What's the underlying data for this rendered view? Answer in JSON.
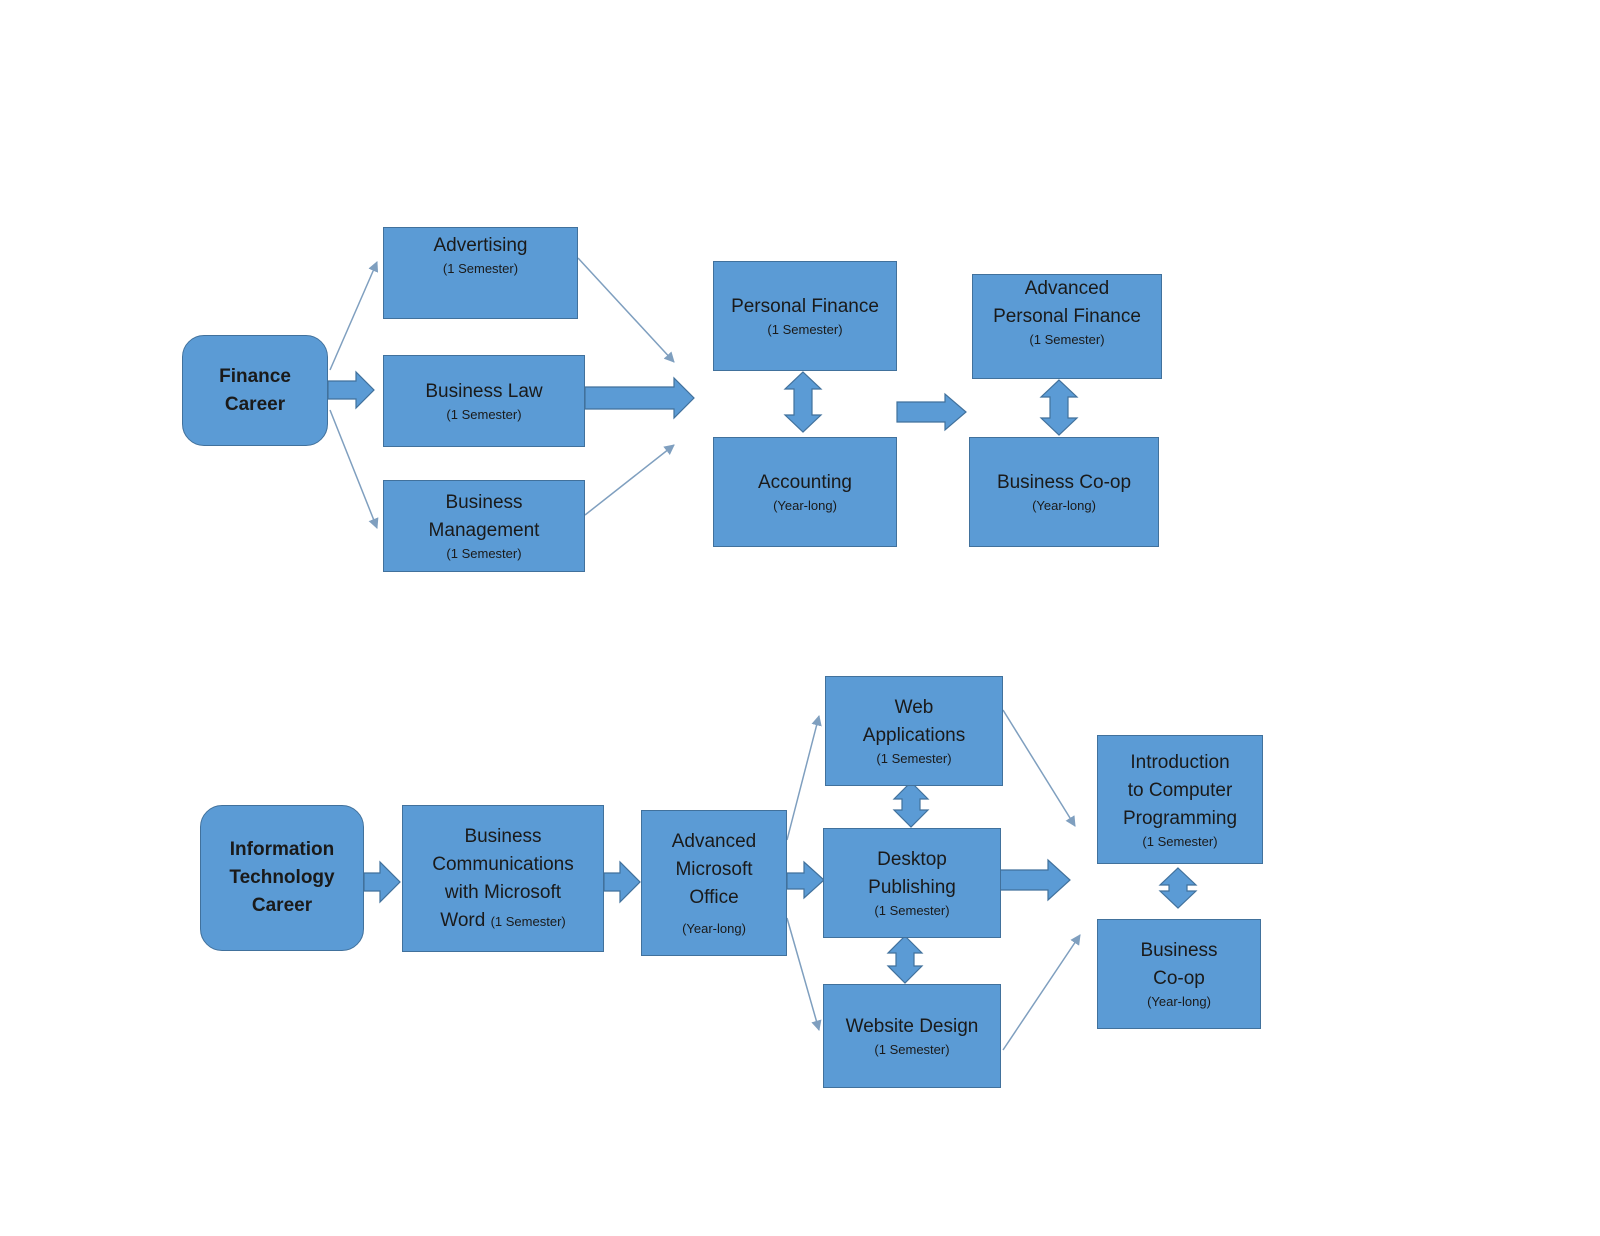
{
  "colors": {
    "box_fill": "#5b9bd5",
    "box_border": "#41719c",
    "thin_arrow": "#7f9fbf"
  },
  "finance": {
    "career": {
      "line1": "Finance",
      "line2": "Career"
    },
    "advertising": {
      "title": "Advertising",
      "sub": "(1 Semester)"
    },
    "business_law": {
      "title": "Business Law",
      "sub": "(1 Semester)"
    },
    "business_management": {
      "line1": "Business",
      "line2": "Management",
      "sub": "(1 Semester)"
    },
    "personal_finance": {
      "title": "Personal Finance",
      "sub": "(1 Semester)"
    },
    "accounting": {
      "title": "Accounting",
      "sub": "(Year-long)"
    },
    "advanced_personal_finance": {
      "line1": "Advanced",
      "line2": "Personal Finance",
      "sub": "(1 Semester)"
    },
    "business_coop": {
      "title": "Business Co-op",
      "sub": "(Year-long)"
    }
  },
  "it": {
    "career": {
      "line1": "Information",
      "line2": "Technology",
      "line3": "Career"
    },
    "business_communications": {
      "line1": "Business",
      "line2": "Communications",
      "line3": "with Microsoft",
      "line4": "Word",
      "sub": "(1 Semester)"
    },
    "advanced_office": {
      "line1": "Advanced",
      "line2": "Microsoft",
      "line3": "Office",
      "sub": "(Year-long)"
    },
    "web_applications": {
      "line1": "Web",
      "line2": "Applications",
      "sub": "(1 Semester)"
    },
    "desktop_publishing": {
      "line1": "Desktop",
      "line2": "Publishing",
      "sub": "(1 Semester)"
    },
    "website_design": {
      "title": "Website Design",
      "sub": "(1 Semester)"
    },
    "intro_programming": {
      "line1": "Introduction",
      "line2": "to Computer",
      "line3": "Programming",
      "sub": "(1 Semester)"
    },
    "business_coop": {
      "line1": "Business",
      "line2": "Co-op",
      "sub": "(Year-long)"
    }
  }
}
